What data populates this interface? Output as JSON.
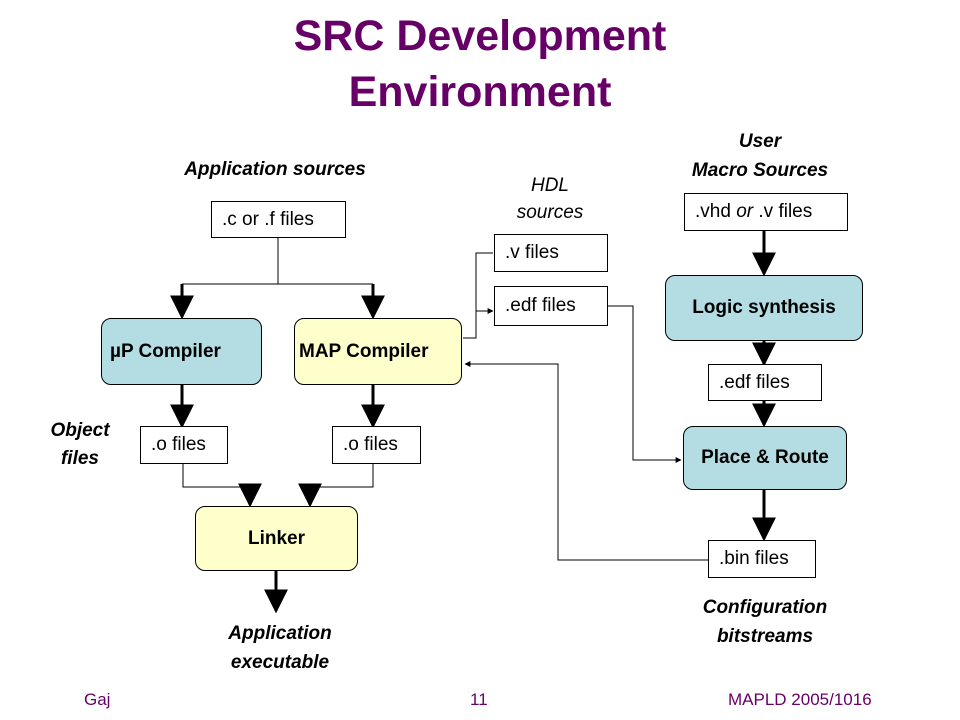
{
  "title": {
    "line1": "SRC Development",
    "line2": "Environment"
  },
  "labels": {
    "app_sources": "Application sources",
    "hdl_line1": "HDL",
    "hdl_line2": "sources",
    "user_line1": "User",
    "user_line2": "Macro Sources",
    "object_line1": "Object",
    "object_line2": "files",
    "app_exec_line1": "Application",
    "app_exec_line2": "executable",
    "config_line1": "Configuration",
    "config_line2": "bitstreams"
  },
  "boxes": {
    "c_files": ".c or .f  files",
    "v_files": ".v files",
    "edf_files_hdl": ".edf files",
    "vhd_part1": ".vhd ",
    "vhd_or": "or",
    "vhd_part2": " .v files",
    "edf_files_synth": ".edf  files",
    "o_files_up": ".o files",
    "o_files_map": ".o files",
    "bin_files": ".bin files"
  },
  "processes": {
    "up_compiler_mu": "µ",
    "up_compiler_rest": "P Compiler",
    "map_compiler": "MAP Compiler",
    "logic_synthesis": "Logic synthesis",
    "place_route": "Place & Route",
    "linker": "Linker"
  },
  "footer": {
    "left": "Gaj",
    "center": "11",
    "right": "MAPLD 2005/1016"
  },
  "colors": {
    "title": "#660066",
    "teal": "#b3dde3",
    "cream": "#ffffcc"
  }
}
